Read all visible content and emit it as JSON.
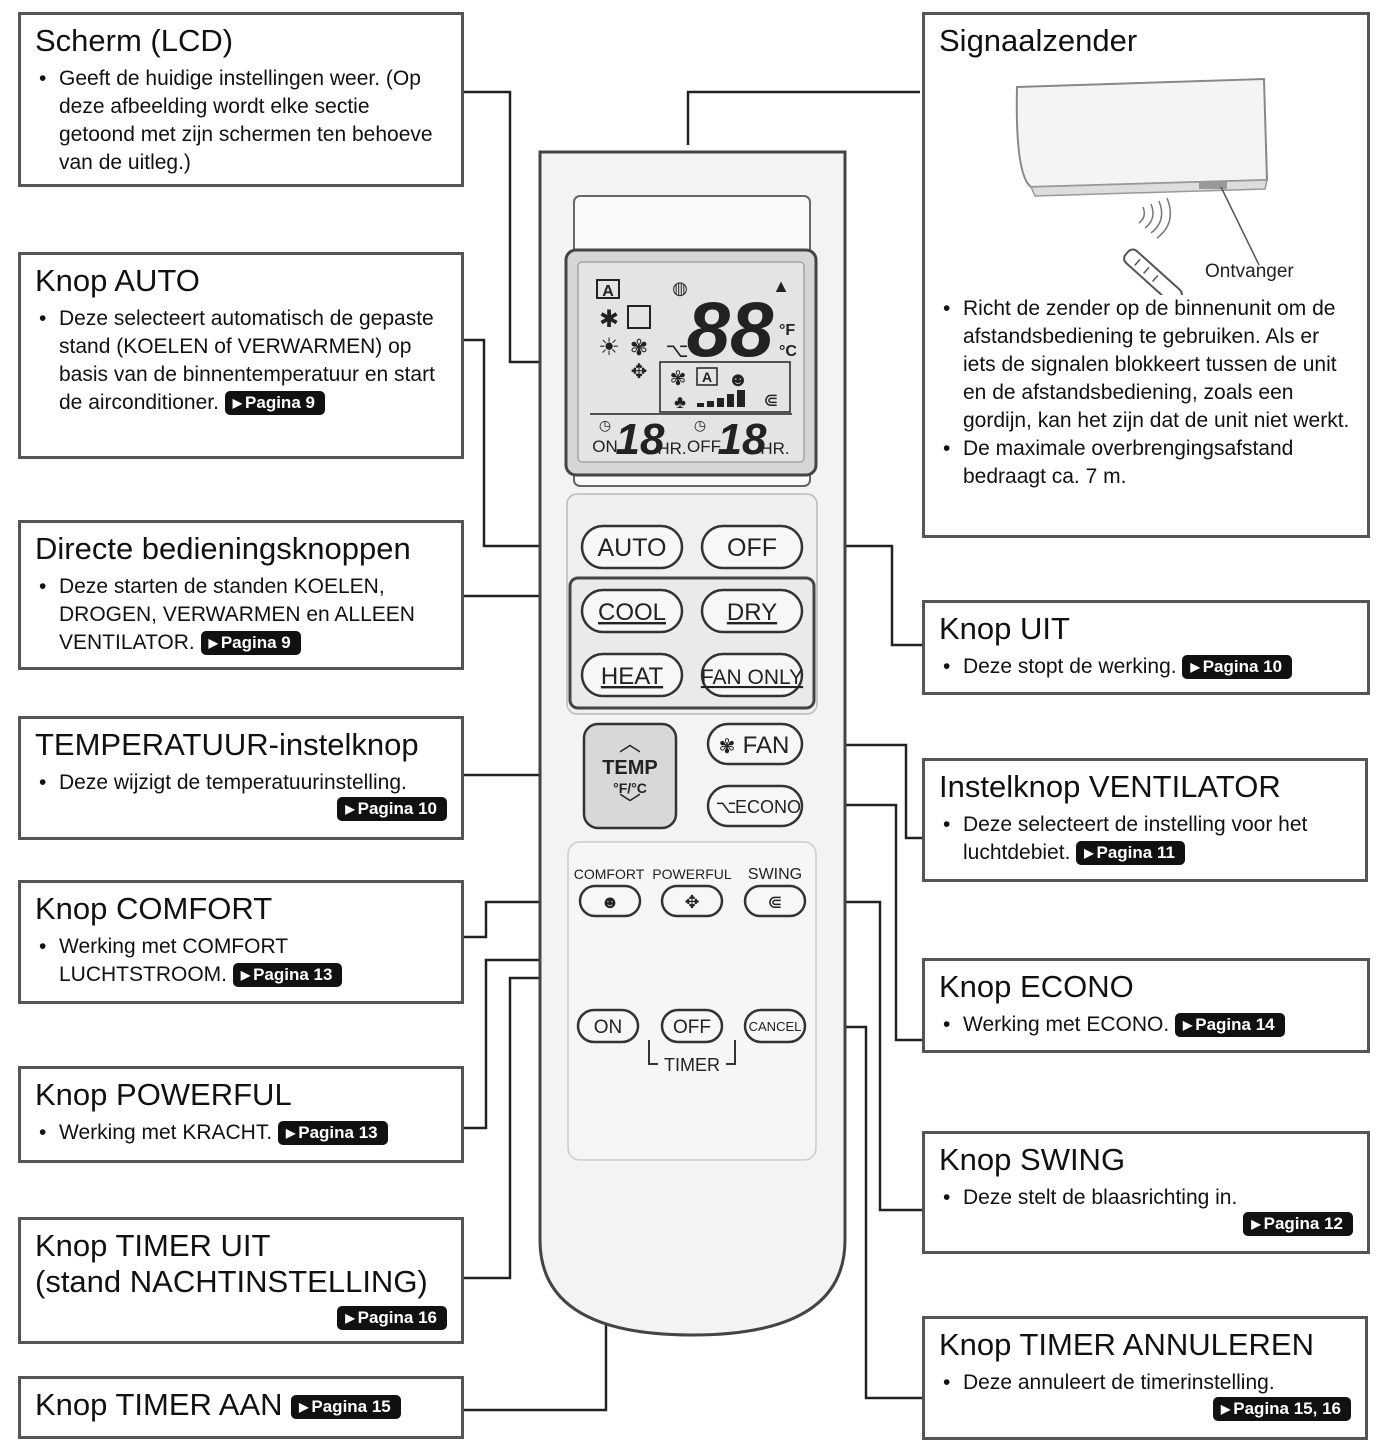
{
  "boxes": {
    "lcd": {
      "title": "Scherm (LCD)",
      "items": [
        "Geeft de huidige instellingen weer. (Op deze afbeelding wordt elke sectie getoond met zijn schermen ten behoeve van de uitleg.)"
      ]
    },
    "auto": {
      "title": "Knop AUTO",
      "items": [
        "Deze selecteert automatisch de gepaste stand (KOELEN of VERWARMEN) op basis van de binnentemperatuur en start de airconditioner."
      ],
      "tag": "Pagina 9"
    },
    "direct": {
      "title": "Directe bedieningsknoppen",
      "items": [
        "Deze starten de standen KOELEN, DROGEN, VERWARMEN en ALLEEN VENTILATOR."
      ],
      "tag": "Pagina 9"
    },
    "temp": {
      "title": "TEMPERATUUR-instelknop",
      "items": [
        "Deze wijzigt de temperatuurinstelling."
      ],
      "tag": "Pagina 10"
    },
    "comfort": {
      "title": "Knop COMFORT",
      "items": [
        "Werking met COMFORT LUCHTSTROOM."
      ],
      "tag": "Pagina 13"
    },
    "powerful": {
      "title": "Knop POWERFUL",
      "items": [
        "Werking met KRACHT."
      ],
      "tag": "Pagina 13"
    },
    "timer_off": {
      "title_line1": "Knop TIMER UIT",
      "title_line2": "(stand NACHTINSTELLING)",
      "tag": "Pagina 16"
    },
    "timer_on": {
      "title": "Knop TIMER AAN",
      "tag": "Pagina 15"
    },
    "signal": {
      "title": "Signaalzender",
      "receiver_label": "Ontvanger",
      "items": [
        "Richt de zender op de binnenunit om de afstandsbediening te gebruiken. Als er iets de signalen blokkeert tussen de unit en de afstandsbediening, zoals een gordijn, kan het zijn dat de unit niet werkt.",
        "De maximale overbrengingsafstand bedraagt ca. 7 m."
      ]
    },
    "uit": {
      "title": "Knop UIT",
      "items": [
        "Deze stopt de werking."
      ],
      "tag": "Pagina 10"
    },
    "fan": {
      "title": "Instelknop VENTILATOR",
      "items": [
        "Deze selecteert de instelling voor het luchtdebiet."
      ],
      "tag": "Pagina 11"
    },
    "econo": {
      "title": "Knop ECONO",
      "items": [
        "Werking met ECONO."
      ],
      "tag": "Pagina 14"
    },
    "swing": {
      "title": "Knop SWING",
      "items": [
        "Deze stelt de blaasrichting in."
      ],
      "tag": "Pagina 12"
    },
    "cancel": {
      "title": "Knop TIMER ANNULEREN",
      "items": [
        "Deze annuleert de timerinstelling."
      ],
      "tag": "Pagina 15, 16"
    }
  },
  "remote": {
    "buttons": {
      "auto": "AUTO",
      "off": "OFF",
      "cool": "COOL",
      "dry": "DRY",
      "heat": "HEAT",
      "fan_only": "FAN ONLY",
      "temp": "TEMP",
      "temp_unit": "°F/°C",
      "fan": "FAN",
      "econo": "ECONO",
      "comfort": "COMFORT",
      "powerful": "POWERFUL",
      "swing": "SWING",
      "timer_on": "ON",
      "timer_off": "OFF",
      "timer_cancel": "CANCEL",
      "timer_label": "TIMER"
    },
    "lcd": {
      "temp_digits": "88",
      "unit_f": "°F",
      "unit_c": "°C",
      "timer_digits": "18",
      "on": "ON",
      "off": "OFF",
      "hr": "HR.",
      "auto_symbol": "A"
    }
  }
}
